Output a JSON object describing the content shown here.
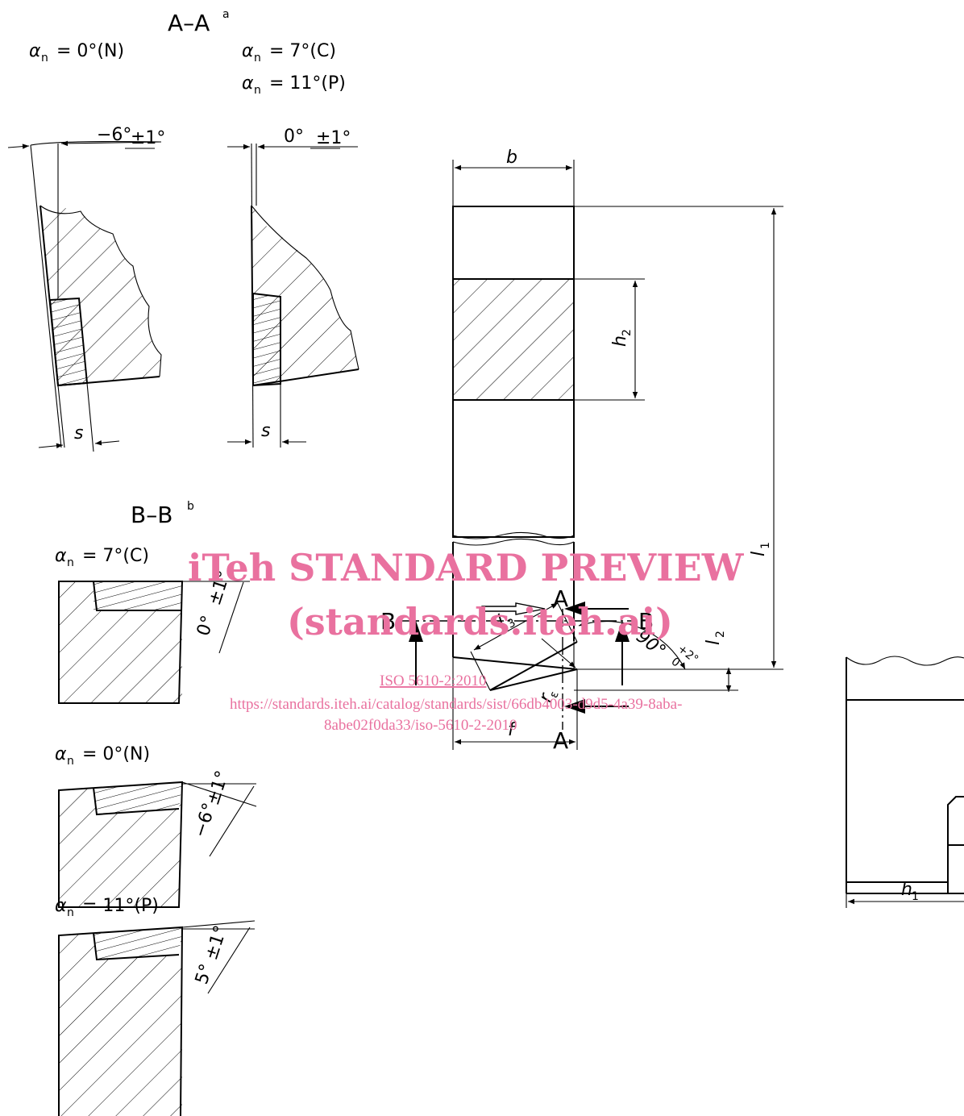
{
  "section_aa": {
    "title": "A–A",
    "note": "a",
    "alpha_left": "= 0°(N)",
    "alpha_right_1": "= 7°(C)",
    "alpha_right_2": "= 11°(P)",
    "angle_left": "−6°",
    "tol_left": "±1°",
    "angle_right": "0°",
    "tol_right": "±1°",
    "s_label": "s"
  },
  "section_bb": {
    "title": "B–B",
    "note": "b",
    "case1_alpha": "= 7°(C)",
    "case1_angle": "0°",
    "case1_tol": "±1°",
    "case2_alpha": "= 0°(N)",
    "case2_angle": "−6°",
    "case2_tol": "±1°",
    "case3_alpha": "= 11°(P)",
    "case3_angle": "5°",
    "case3_tol": "±1°"
  },
  "alpha_symbol": "α",
  "alpha_sub": "n",
  "main_view": {
    "b": "b",
    "h2": "h",
    "h2_sub": "2",
    "l1": "l",
    "l1_sub": "1",
    "l2": "l",
    "l2_sub": "2",
    "l3": "l",
    "l3_sub": "3",
    "r": "r",
    "r_sub": "ε",
    "f": "f",
    "angle": "90°",
    "angle_tol_upper": "+2°",
    "angle_tol_lower": "0",
    "section_a_top": "A",
    "section_a_bottom": "A",
    "section_b_left": "B",
    "section_b_right": "B"
  },
  "side_view": {
    "h1": "h",
    "h1_sub": "1"
  },
  "watermark": {
    "line1": "iTeh STANDARD PREVIEW",
    "line2": "(standards.iteh.ai)",
    "line3": "ISO 5610-2:2010",
    "line4": "https://standards.iteh.ai/catalog/standards/sist/66db4003-d9d5-4a39-8aba-",
    "line5": "8abe02f0da33/iso-5610-2-2010"
  }
}
